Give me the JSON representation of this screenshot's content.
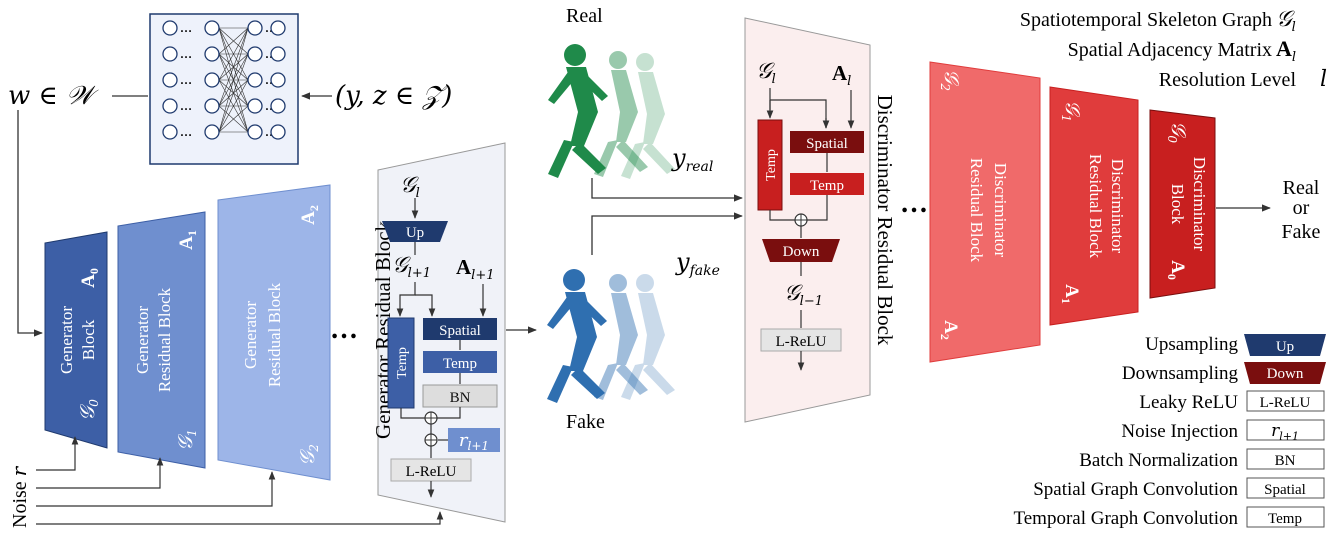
{
  "mapping": {
    "w_label": "w ∈ 𝒲",
    "yz_label": "(y, z ∈ 𝒵)",
    "node_rows": 5
  },
  "generator": {
    "block0": {
      "line1": "Generator",
      "line2": "Block",
      "matrix": "A",
      "matrix_sub": "0",
      "graph": "𝒢",
      "graph_sub": "0"
    },
    "block1": {
      "line1": "Generator",
      "line2": "Residual Block",
      "matrix": "A",
      "matrix_sub": "1",
      "graph": "𝒢",
      "graph_sub": "1"
    },
    "block2": {
      "line1": "Generator",
      "line2": "Residual Block",
      "matrix": "A",
      "matrix_sub": "2",
      "graph": "𝒢",
      "graph_sub": "2"
    },
    "ellipsis": "…",
    "noise_label": "Noise",
    "noise_var": "r"
  },
  "gen_residual": {
    "title": "Generator Residual Block",
    "g_in": "𝒢",
    "g_in_sub": "l",
    "up": "Up",
    "g_out": "𝒢",
    "g_out_sub": "l+1",
    "a": "A",
    "a_sub": "l+1",
    "temp_vertical": "Temp",
    "spatial": "Spatial",
    "temp": "Temp",
    "bn": "BN",
    "r": "r",
    "r_sub": "l+1",
    "lrelu": "L-ReLU"
  },
  "samples": {
    "real_label": "Real",
    "fake_label": "Fake",
    "y_real": "y",
    "y_real_sub": "real",
    "y_fake": "y",
    "y_fake_sub": "fake"
  },
  "disc_residual": {
    "title": "Discriminator Residual Block",
    "g_in": "𝒢",
    "g_in_sub": "l",
    "a": "A",
    "a_sub": "l",
    "temp_vertical": "Temp",
    "spatial": "Spatial",
    "temp": "Temp",
    "down": "Down",
    "g_out": "𝒢",
    "g_out_sub": "l−1",
    "lrelu": "L-ReLU"
  },
  "discriminator": {
    "ellipsis": "…",
    "block2": {
      "line1": "Discriminator",
      "line2": "Residual Block",
      "matrix": "A",
      "matrix_sub": "2",
      "graph": "𝒢",
      "graph_sub": "2"
    },
    "block1": {
      "line1": "Discriminator",
      "line2": "Residual Block",
      "matrix": "A",
      "matrix_sub": "1",
      "graph": "𝒢",
      "graph_sub": "1"
    },
    "block0": {
      "line1": "Discriminator",
      "line2": "Block",
      "matrix": "A",
      "matrix_sub": "0",
      "graph": "𝒢",
      "graph_sub": "0"
    },
    "output_line1": "Real",
    "output_line2": "or",
    "output_line3": "Fake"
  },
  "legend_top": {
    "graph_label": "Spatiotemporal Skeleton Graph",
    "graph_sym": "𝒢",
    "graph_sub": "l",
    "adj_label": "Spatial Adjacency Matrix",
    "adj_sym": "A",
    "adj_sub": "l",
    "res_label": "Resolution Level",
    "res_sym": "l"
  },
  "legend_bottom": {
    "up_label": "Upsampling",
    "up_box": "Up",
    "down_label": "Downsampling",
    "down_box": "Down",
    "lrelu_label": "Leaky ReLU",
    "lrelu_box": "L-ReLU",
    "noise_label": "Noise Injection",
    "noise_box": "r",
    "noise_box_sub": "l+1",
    "bn_label": "Batch Normalization",
    "bn_box": "BN",
    "spatial_label": "Spatial Graph Convolution",
    "spatial_box": "Spatial",
    "temp_label": "Temporal Graph Convolution",
    "temp_box": "Temp"
  },
  "colors": {
    "gen_dark": "#3d5fa6",
    "gen_mid": "#6f8fcf",
    "gen_light": "#9db5e8",
    "navy": "#1f3a6e",
    "res_panel": "#f0f2f8",
    "disc_panel": "#fbeeee",
    "disc_light": "#f06a6a",
    "disc_mid": "#e03c3c",
    "disc_dark": "#c81f1f",
    "maroon": "#7a0e0e",
    "figure_green": "#1f8a4a",
    "figure_blue": "#2f6fb0"
  }
}
